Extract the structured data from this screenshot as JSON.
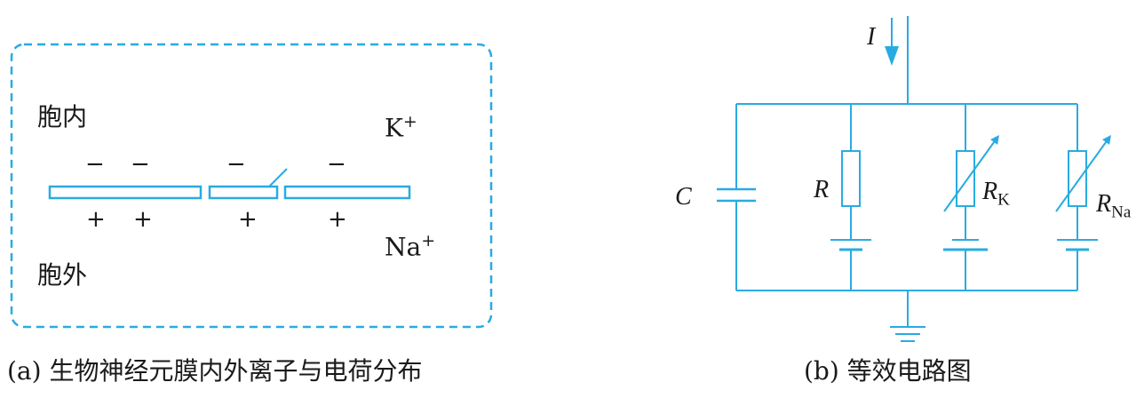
{
  "panel_a": {
    "inside_label": "胞内",
    "outside_label": "胞外",
    "ion_k_base": "K",
    "ion_k_sup": "+",
    "ion_na_base": "Na",
    "ion_na_sup": "+",
    "minus": "−",
    "plus": "+",
    "caption": "(a) 生物神经元膜内外离子与电荷分布"
  },
  "panel_b": {
    "current_label": "I",
    "capacitor_label": "C",
    "resistor_label": "R",
    "rk_base": "R",
    "rk_sub": "K",
    "rna_base": "R",
    "rna_sub": "Na",
    "caption": "(b) 等效电路图"
  },
  "colors": {
    "accent": "#29abe2",
    "text": "#1a1a1a"
  }
}
